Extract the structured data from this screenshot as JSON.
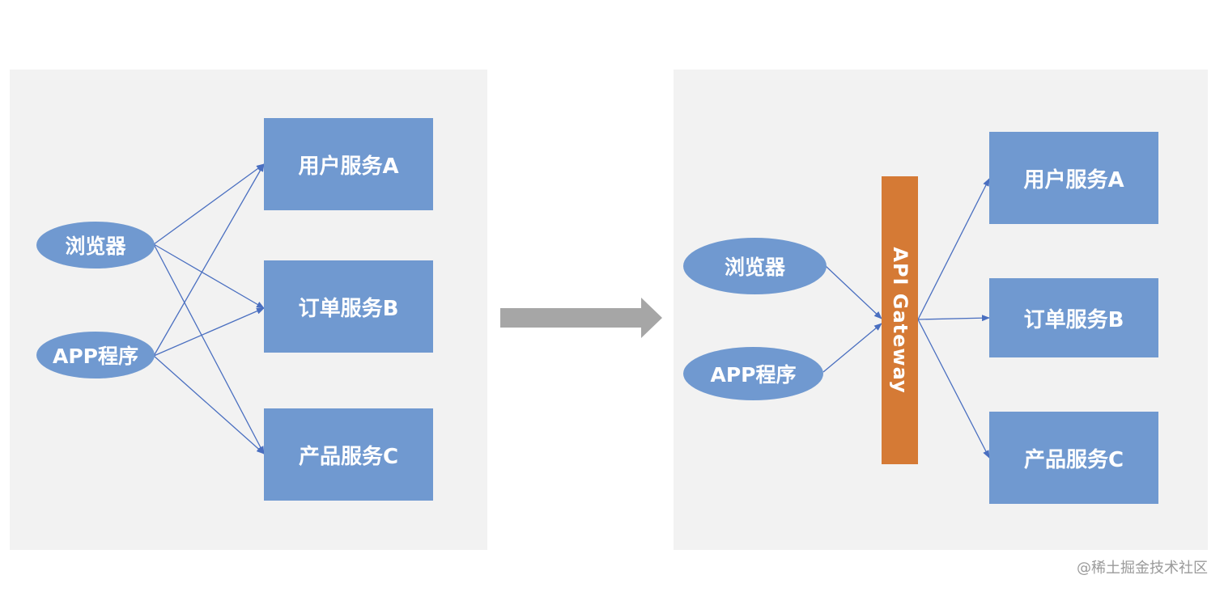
{
  "left_diagram": {
    "clients": [
      "浏览器",
      "APP程序"
    ],
    "services": [
      "用户服务A",
      "订单服务B",
      "产品服务C"
    ]
  },
  "right_diagram": {
    "clients": [
      "浏览器",
      "APP程序"
    ],
    "gateway_label": "API Gateway",
    "services": [
      "用户服务A",
      "订单服务B",
      "产品服务C"
    ]
  },
  "watermark": "@稀土掘金技术社区",
  "colors": {
    "panel_bg": "#f2f2f2",
    "node_fill": "#7099d0",
    "gateway_fill": "#d57a35",
    "connector": "#4a6fc0",
    "transition_arrow": "#a6a6a6"
  }
}
